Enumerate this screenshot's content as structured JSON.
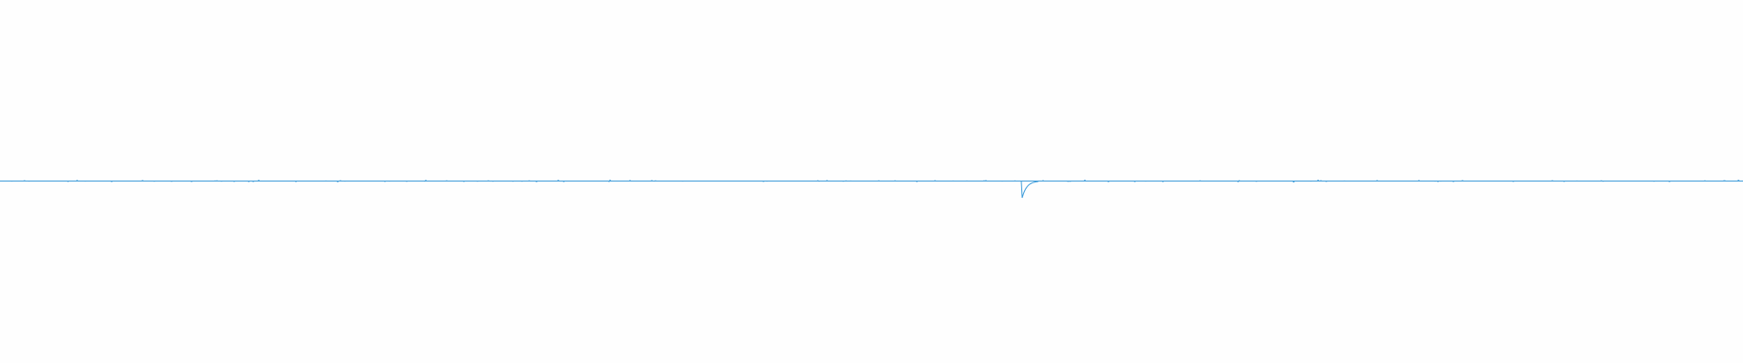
{
  "waveform": {
    "color": "#3a9ad9",
    "background": "#fefefe",
    "amplitude_scale": "linear",
    "burst_center": 0.586,
    "peak_amplitude": 0.055,
    "baseline_noise": 0.002
  }
}
